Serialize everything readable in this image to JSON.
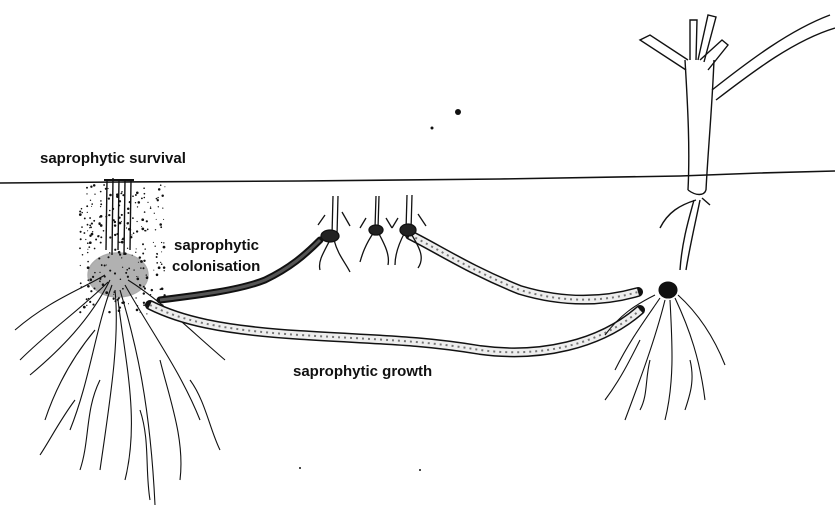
{
  "labels": {
    "survival": "saprophytic survival",
    "colonisation_line1": "saprophytic",
    "colonisation_line2": "colonisation",
    "growth": "saprophytic growth"
  },
  "colors": {
    "ink": "#111111",
    "background": "#ffffff"
  }
}
